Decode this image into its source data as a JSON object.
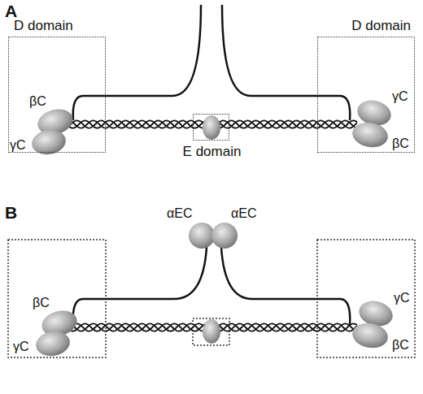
{
  "diagram": {
    "nodes": [
      {
        "text": [
          "D domain"
        ]
      },
      {
        "text": [
          "E domain"
        ]
      },
      {
        "text": [
          "D domain"
        ]
      }
    ],
    "labels": [
      "A",
      "βC",
      "γC",
      "γC",
      "βC",
      "B",
      "αEC",
      "αEC",
      "βC",
      "γC",
      "γC",
      "βC"
    ]
  }
}
